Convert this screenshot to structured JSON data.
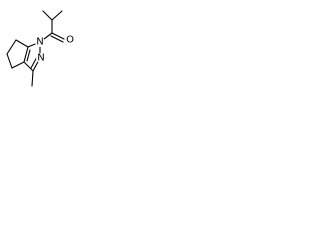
{
  "structure": {
    "atoms": {
      "carbonyl_oxygen": "O",
      "ring_nitrogen_1": "N",
      "ring_nitrogen_2": "N"
    }
  }
}
